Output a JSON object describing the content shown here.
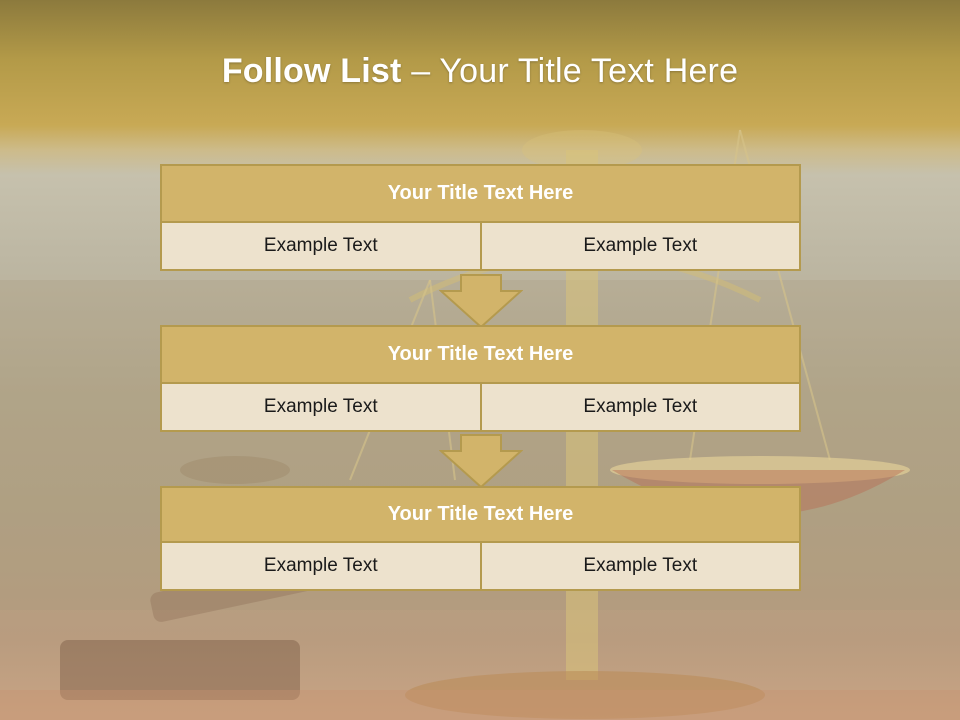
{
  "slide": {
    "title_bold": "Follow List",
    "title_rest": "– Your Title Text Here"
  },
  "blocks": [
    {
      "title": "Your Title Text Here",
      "left": "Example Text",
      "right": "Example Text"
    },
    {
      "title": "Your Title Text Here",
      "left": "Example Text",
      "right": "Example Text"
    },
    {
      "title": "Your Title Text Here",
      "left": "Example Text",
      "right": "Example Text"
    }
  ],
  "colors": {
    "header_fill": "#d2b46a",
    "border": "#b49a4e",
    "cell_fill": "#ede2cd",
    "arrow_fill": "#d2b46a"
  }
}
